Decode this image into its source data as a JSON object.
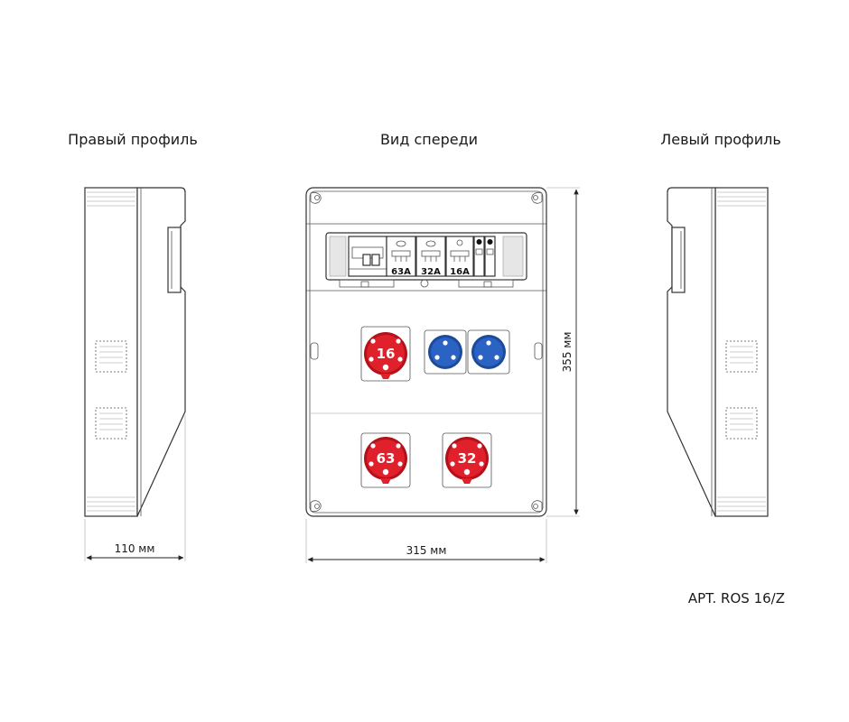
{
  "headings": {
    "right_profile": "Правый профиль",
    "front_view": "Вид спереди",
    "left_profile": "Левый профиль"
  },
  "dimensions": {
    "side_depth": "110 мм",
    "front_width": "315 мм",
    "front_height": "355 мм"
  },
  "breakers": {
    "b1": "63A",
    "b2": "32A",
    "b3": "16A"
  },
  "sockets": {
    "top_left_red": "16",
    "bottom_left_red": "63",
    "bottom_right_red": "32"
  },
  "product_code": "APT. ROS 16/Z",
  "colors": {
    "socket_red": "#e0202a",
    "socket_red_dark": "#b3121a",
    "socket_blue": "#2a63c4",
    "socket_blue_dark": "#1d4a99",
    "panel_grey": "#e6e6e6",
    "line": "#333333"
  }
}
